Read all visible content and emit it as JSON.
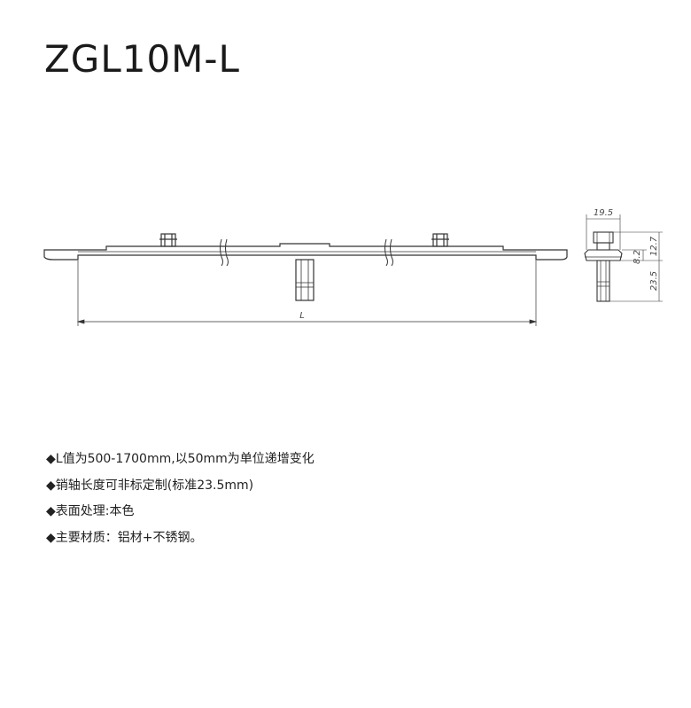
{
  "title": "ZGL10M-L",
  "drawing": {
    "length_label": "L",
    "dimensions": {
      "width_top": "19.5",
      "dim_12_7": "12.7",
      "dim_8_2": "8.2",
      "dim_23_5": "23.5"
    }
  },
  "specs": [
    "◆L值为500-1700mm,以50mm为单位递增变化",
    "◆销轴长度可非标定制(标准23.5mm)",
    "◆表面处理:本色",
    "◆主要材质：铝材+不锈钢。"
  ]
}
